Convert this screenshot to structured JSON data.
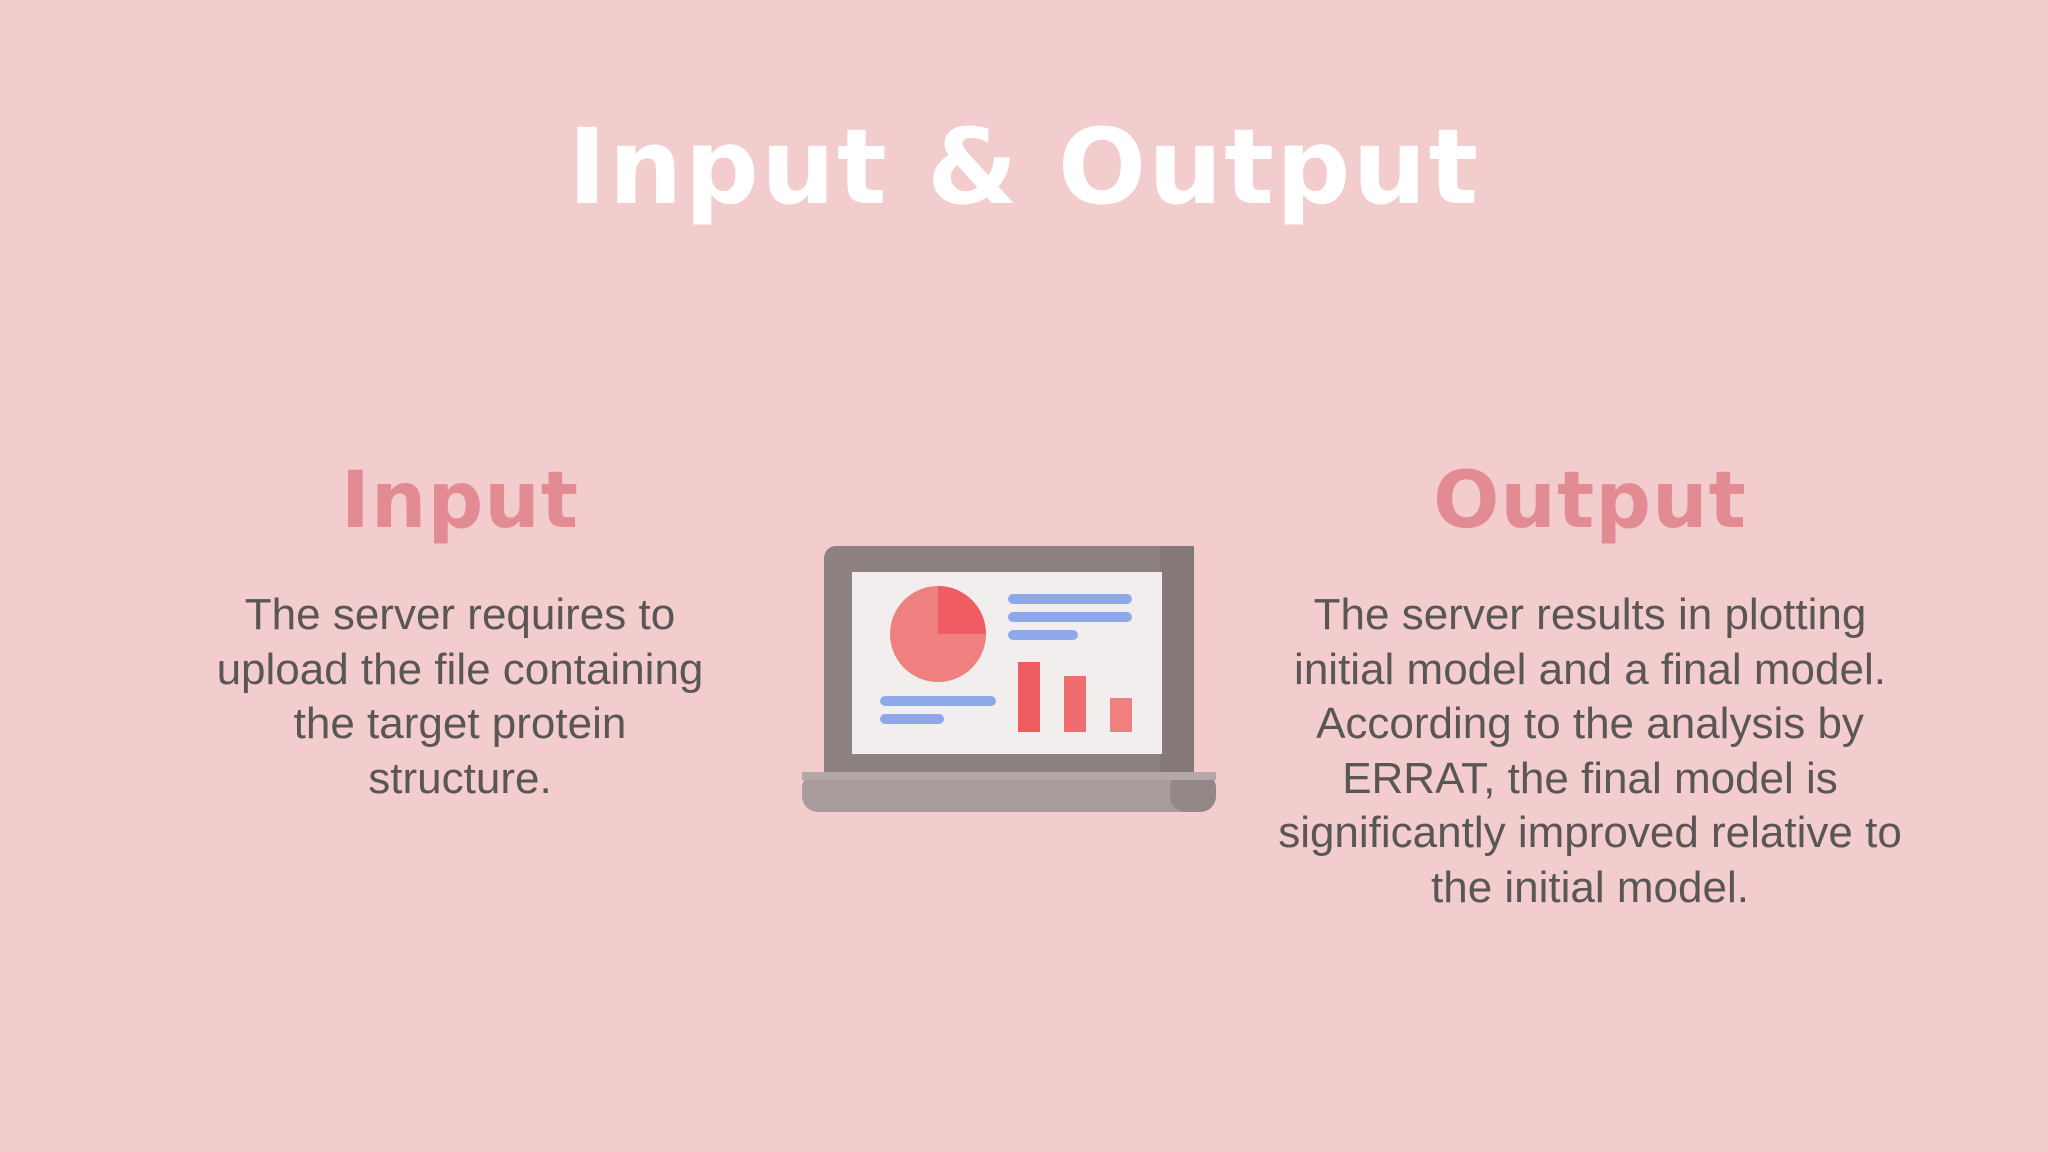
{
  "slide": {
    "title": "Input & Output",
    "input": {
      "heading": "Input",
      "text": "The server requires to upload the file containing the target protein structure."
    },
    "output": {
      "heading": "Output",
      "text": "The server results in plotting initial model and a final model. According to the analysis by ERRAT, the final model is significantly improved relative to the initial model."
    }
  },
  "colors": {
    "background": "#f3cccd",
    "title": "#ffffff",
    "heading_accent": "#e28b93",
    "body_text": "#5b5656"
  },
  "icons": {
    "laptop": "laptop-dashboard-icon"
  }
}
